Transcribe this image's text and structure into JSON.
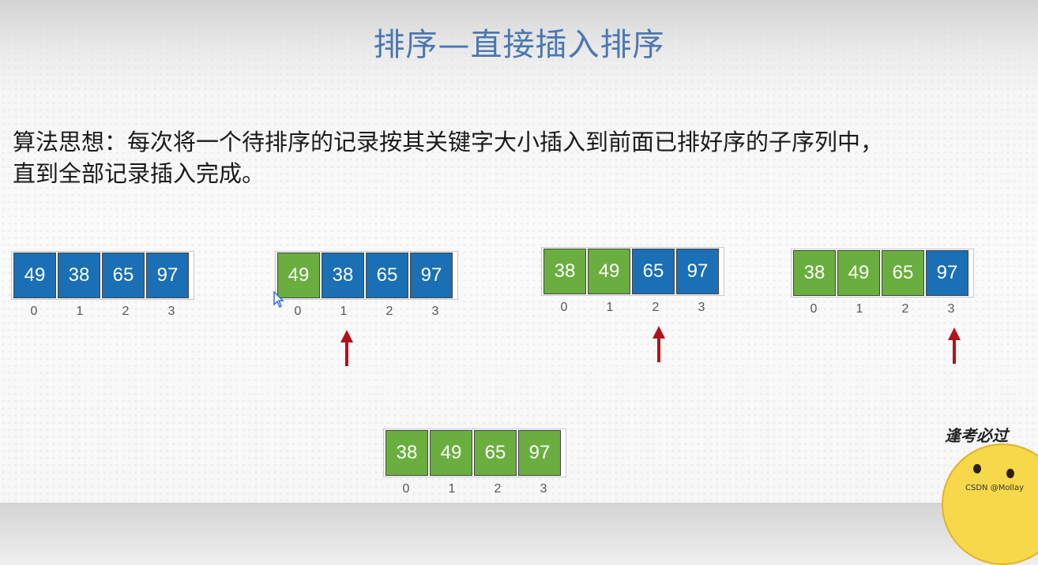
{
  "title": "排序—直接插入排序",
  "description": {
    "line1": "算法思想：每次将一个待排序的记录按其关键字大小插入到前面已排好序的子序列中，",
    "line2": "直到全部记录插入完成。"
  },
  "arrays": [
    {
      "cells": [
        {
          "value": "49",
          "color": "blue"
        },
        {
          "value": "38",
          "color": "blue"
        },
        {
          "value": "65",
          "color": "blue"
        },
        {
          "value": "97",
          "color": "blue"
        }
      ],
      "indices": [
        "0",
        "1",
        "2",
        "3"
      ],
      "arrow_at": null
    },
    {
      "cells": [
        {
          "value": "49",
          "color": "green"
        },
        {
          "value": "38",
          "color": "blue"
        },
        {
          "value": "65",
          "color": "blue"
        },
        {
          "value": "97",
          "color": "blue"
        }
      ],
      "indices": [
        "0",
        "1",
        "2",
        "3"
      ],
      "arrow_at": 1
    },
    {
      "cells": [
        {
          "value": "38",
          "color": "green"
        },
        {
          "value": "49",
          "color": "green"
        },
        {
          "value": "65",
          "color": "blue"
        },
        {
          "value": "97",
          "color": "blue"
        }
      ],
      "indices": [
        "0",
        "1",
        "2",
        "3"
      ],
      "arrow_at": 2
    },
    {
      "cells": [
        {
          "value": "38",
          "color": "green"
        },
        {
          "value": "49",
          "color": "green"
        },
        {
          "value": "65",
          "color": "green"
        },
        {
          "value": "97",
          "color": "blue"
        }
      ],
      "indices": [
        "0",
        "1",
        "2",
        "3"
      ],
      "arrow_at": 3
    },
    {
      "cells": [
        {
          "value": "38",
          "color": "green"
        },
        {
          "value": "49",
          "color": "green"
        },
        {
          "value": "65",
          "color": "green"
        },
        {
          "value": "97",
          "color": "green"
        }
      ],
      "indices": [
        "0",
        "1",
        "2",
        "3"
      ],
      "arrow_at": null
    }
  ],
  "colors": {
    "blue": "#1a6fb5",
    "green": "#6aae3f",
    "arrow": "#b3121b",
    "title": "#4a77b0"
  },
  "brand": "逢考必过",
  "watermark": "CSDN @Mollay"
}
